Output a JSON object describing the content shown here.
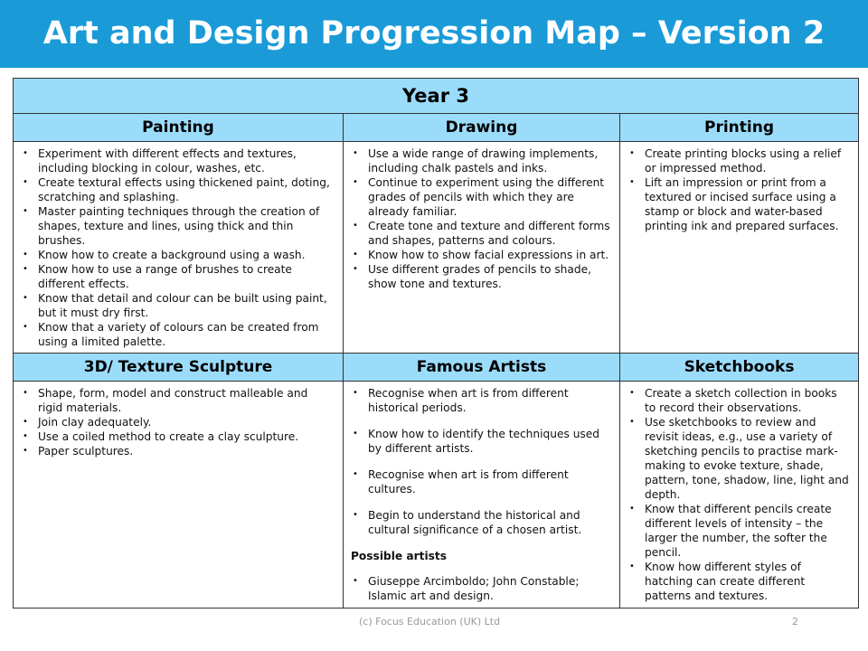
{
  "title": "Art and Design Progression Map – Version 2",
  "year": "Year 3",
  "sections": [
    {
      "heading": "Painting",
      "items": [
        "Experiment with different effects and textures, including blocking in colour, washes, etc.",
        "Create textural effects using thickened paint, doting, scratching and splashing.",
        "Master painting techniques through the creation of shapes, texture and lines, using thick and thin brushes.",
        "Know how to create a background using a wash.",
        "Know how to use a range of brushes to create different effects.",
        "Know that detail and colour can be built using paint, but it must dry first.",
        "Know that a variety of colours can be created from using a limited palette."
      ]
    },
    {
      "heading": "Drawing",
      "items": [
        "Use a wide range of drawing implements, including chalk pastels and inks.",
        "Continue to experiment using the different grades of pencils with which they are already familiar.",
        "Create tone and texture and different forms and shapes, patterns and colours.",
        "Know how to show facial expressions in art.",
        "Use different grades of pencils to shade, show tone and textures."
      ]
    },
    {
      "heading": "Printing",
      "items": [
        "Create printing blocks using a relief or impressed method.",
        "Lift an impression or print from a textured or incised surface using a stamp or block and water-based printing ink and prepared surfaces."
      ]
    },
    {
      "heading": "3D/ Texture Sculpture",
      "items": [
        "Shape, form, model and construct malleable and rigid materials.",
        "Join clay adequately.",
        "Use a coiled method to create a clay sculpture.",
        "Paper sculptures."
      ]
    },
    {
      "heading": "Famous Artists",
      "items": [
        "Recognise when art is from different historical periods.",
        "Know how to identify the techniques used by different artists.",
        "Recognise when art is from different cultures.",
        "Begin to understand the historical and cultural significance of a chosen artist."
      ],
      "subheading": "Possible artists",
      "sub_items": [
        "Giuseppe Arcimboldo; John Constable; Islamic art and design."
      ]
    },
    {
      "heading": "Sketchbooks",
      "items": [
        "Create a sketch collection in books to record their observations.",
        "Use sketchbooks to review and revisit ideas, e.g., use a variety of sketching pencils to practise mark-making to evoke texture, shade, pattern, tone, shadow, line, light and depth.",
        "Know that different pencils create different levels of intensity – the larger the number, the softer the pencil.",
        "Know how different styles of hatching can create different patterns and textures."
      ]
    }
  ],
  "footer": "(c) Focus Education (UK) Ltd",
  "page_number": "2"
}
